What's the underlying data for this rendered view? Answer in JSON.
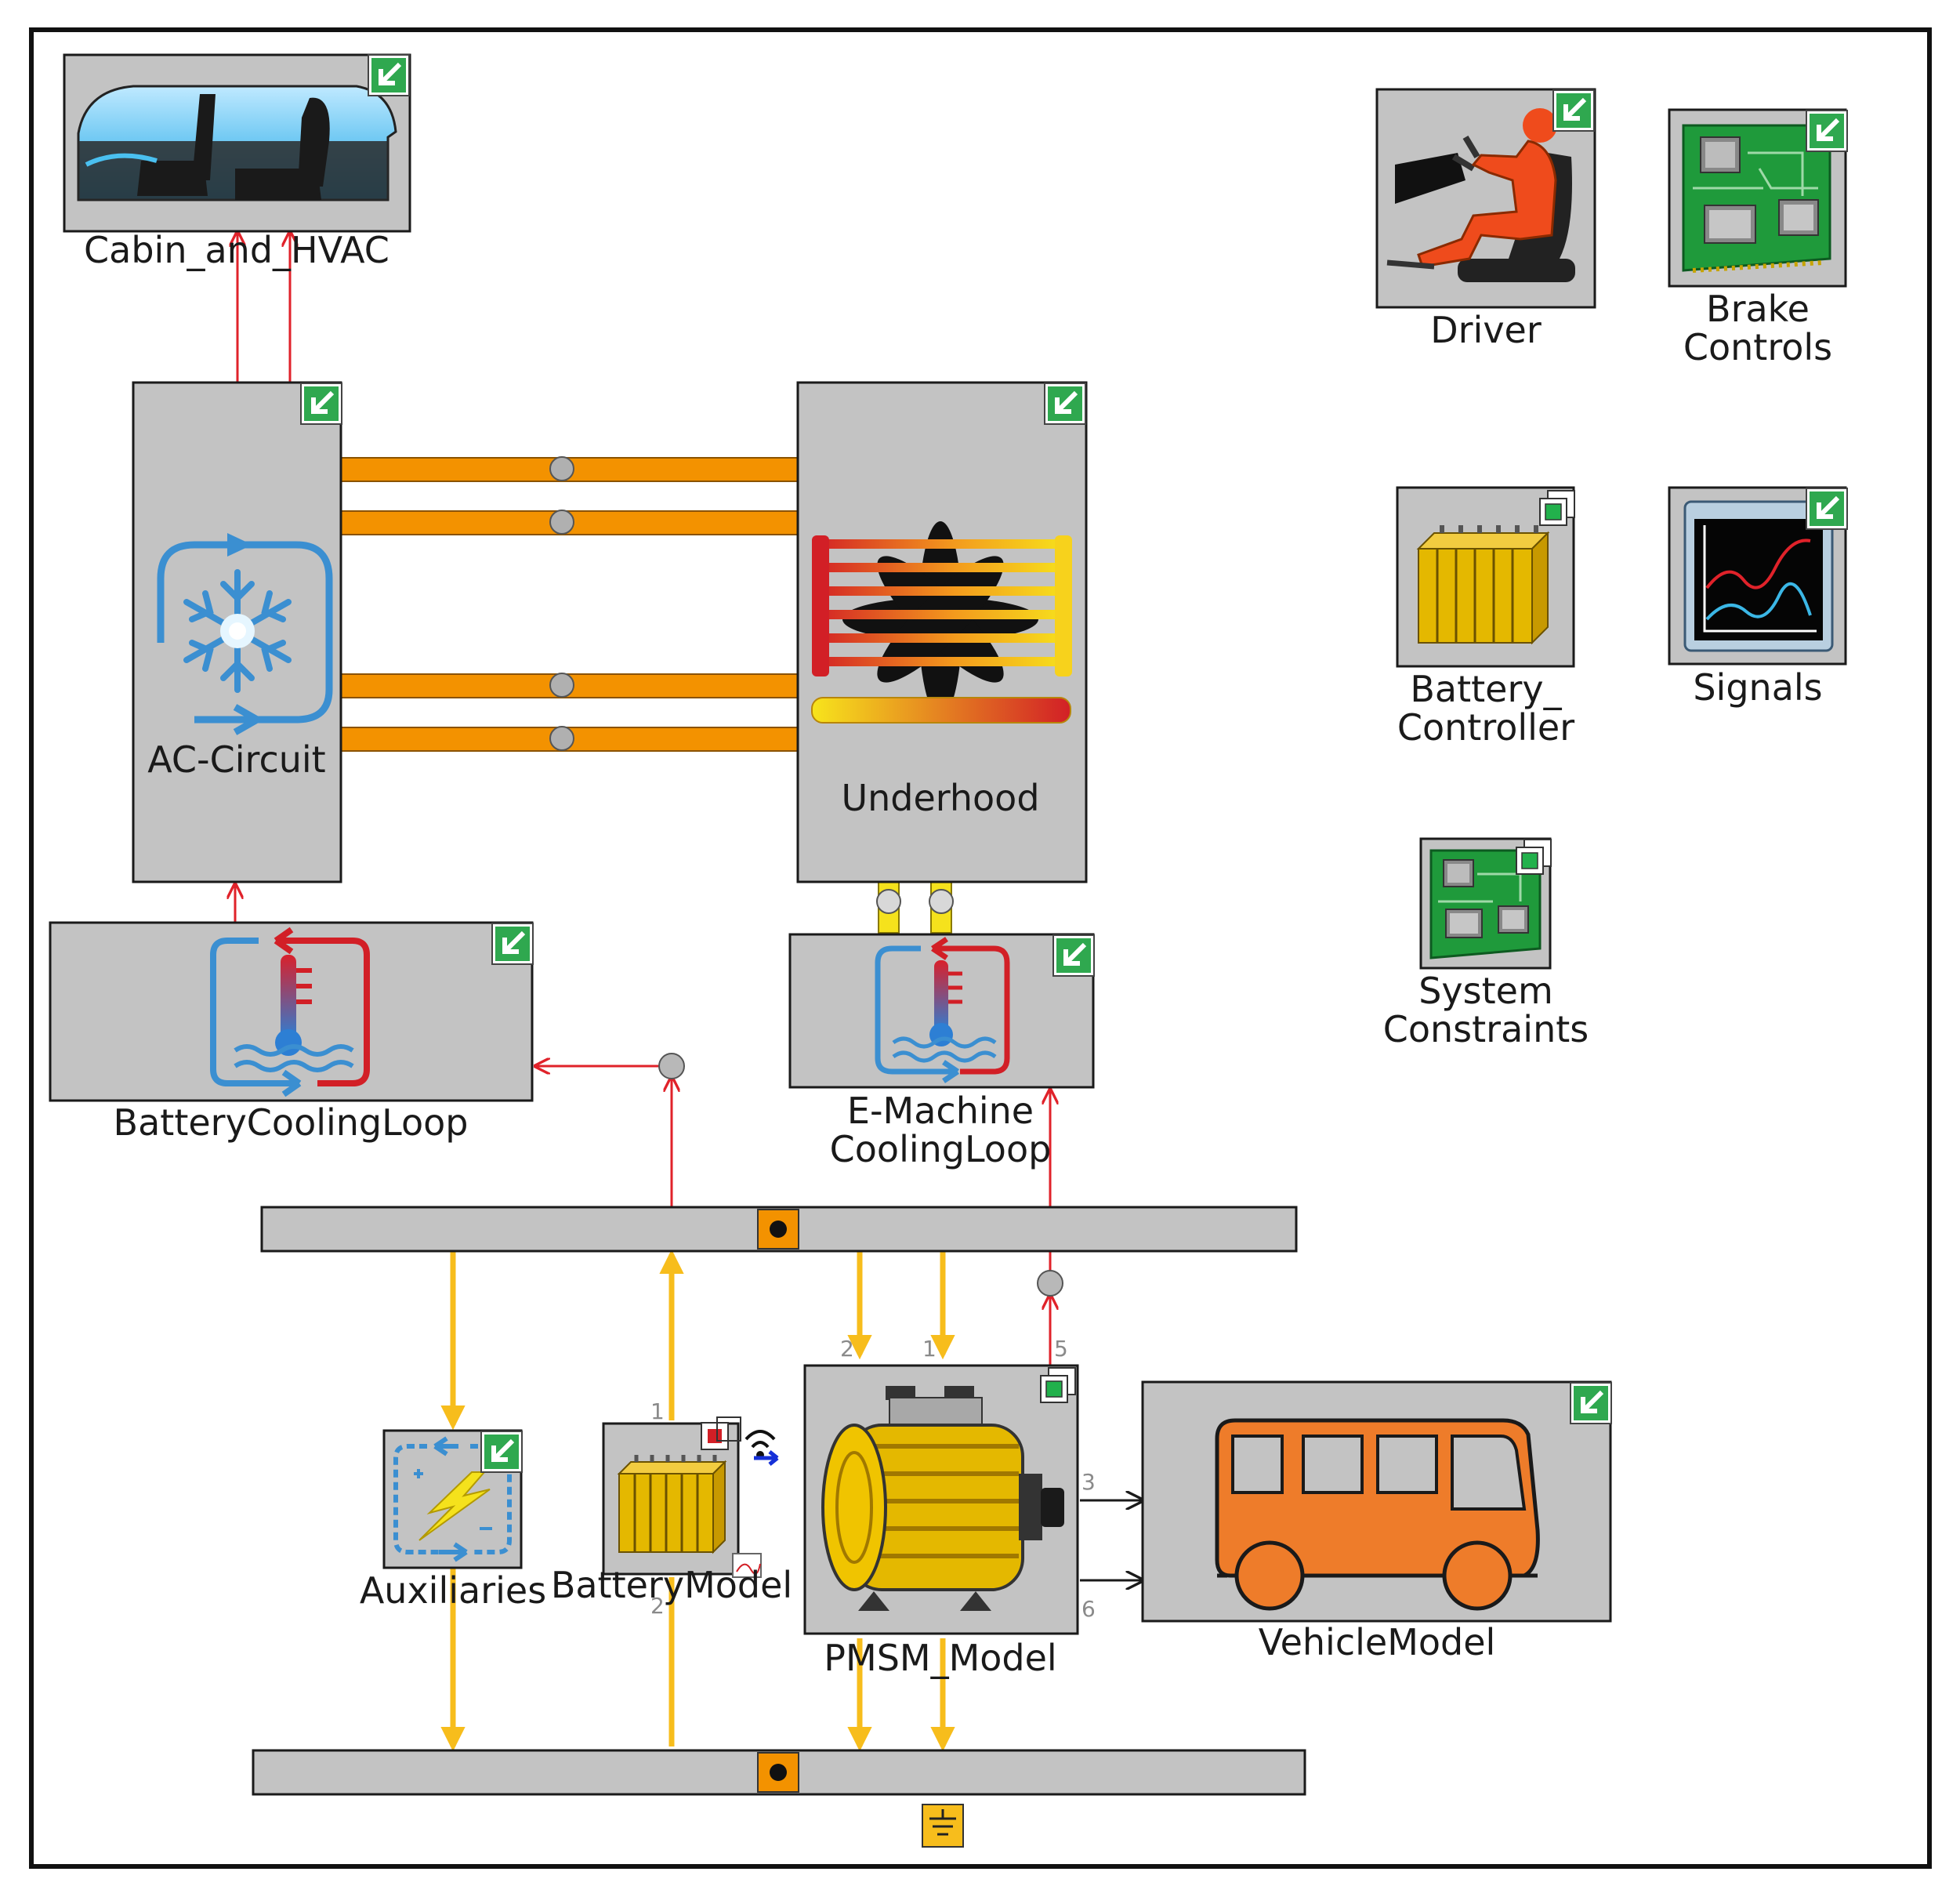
{
  "blocks": {
    "cabin_hvac": "Cabin_and_HVAC",
    "ac_circuit": "AC-Circuit",
    "underhood": "Underhood",
    "battery_cooling_loop": "BatteryCoolingLoop",
    "emachine_cooling_loop": [
      "E-Machine",
      "CoolingLoop"
    ],
    "driver": "Driver",
    "brake_controls": [
      "Brake",
      "Controls"
    ],
    "battery_controller": [
      "Battery_",
      "Controller"
    ],
    "signals": "Signals",
    "system_constraints": [
      "System",
      "Constraints"
    ],
    "auxiliaries": "Auxiliaries",
    "battery_model": "BatteryModel",
    "pmsm_model": "PMSM_Model",
    "vehicle_model": "VehicleModel"
  },
  "port_numbers": {
    "pmsm_in_left": "2",
    "pmsm_in_right": "1",
    "pmsm_out_top": "5",
    "pmsm_out_vehicle_upper": "3",
    "pmsm_out_vehicle_lower": "6",
    "battery_top": "1",
    "battery_bottom": "2"
  },
  "colors": {
    "frame": "#111111",
    "block_fill": "#c3c3c3",
    "signal_line": "#e0222a",
    "thermal_pipe": "#f39200",
    "electric_line": "#f7bd1c",
    "fluid_link": "#f5e21c",
    "node_gray": "#a8a8a8",
    "vehicle_orange": "#ee7c2a",
    "motor_yellow": "#e4b800",
    "green_board": "#1f9a3b",
    "snow_blue": "#3b8fd1"
  },
  "icons": {
    "expand_marker": "green-arrow-icon",
    "subsystem_marker": "copy-window-icon"
  }
}
